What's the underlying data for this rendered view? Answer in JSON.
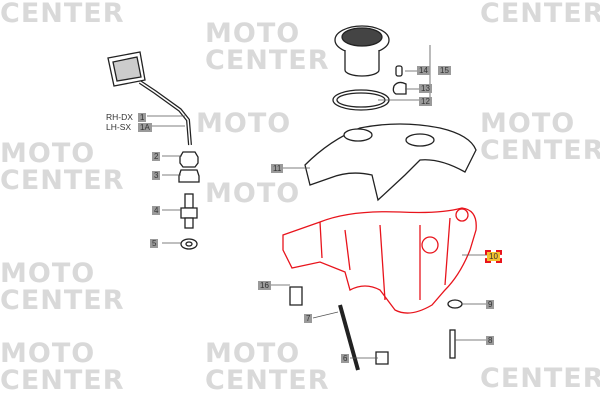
{
  "watermark": {
    "line1": "MOTO",
    "line2": "CENTER"
  },
  "side_labels": {
    "rh": "RH-DX",
    "lh": "LH-SX"
  },
  "parts": [
    "1",
    "1A",
    "2",
    "3",
    "4",
    "5",
    "6",
    "7",
    "8",
    "9",
    "10",
    "11",
    "12",
    "13",
    "14",
    "15",
    "16"
  ],
  "highlight_color": "#e8141c"
}
